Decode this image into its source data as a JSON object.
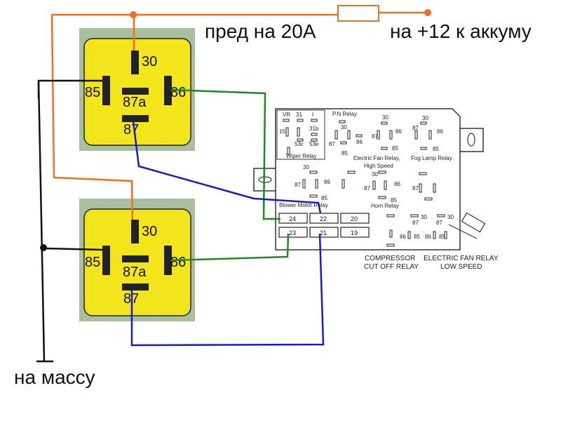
{
  "labels": {
    "fuse": "пред на 20А",
    "battery": "на +12 к аккуму",
    "ground": "на массу"
  },
  "relays": [
    {
      "pins": {
        "p30": "30",
        "p85": "85",
        "p86": "86",
        "p87a": "87a",
        "p87": "87"
      }
    },
    {
      "pins": {
        "p30": "30",
        "p85": "85",
        "p86": "86",
        "p87a": "87a",
        "p87": "87"
      }
    }
  ],
  "fusebox": {
    "vr": "VR",
    "p31": "31",
    "p1": "I",
    "p15": "15",
    "p31b": "31b",
    "p53c": "53c",
    "p53e": "53e",
    "wiper_relay": "Wiper Relay",
    "pn_relay": "P.N Relay",
    "efr_high_1": "Electric Fan Relay,",
    "efr_high_2": "High Speed",
    "fog_lamp_relay": "Fog Lamp Relay",
    "blower_motor_relay": "Blower Motor Relay",
    "horn_relay": "Horn Relay",
    "compressor_1": "COMPRESSOR",
    "compressor_2": "CUT OFF RELAY",
    "efr_low_1": "ELECTRIC FAN RELAY",
    "efr_low_2": "LOW SPEED",
    "n30": "30",
    "n86": "86",
    "n87": "87",
    "n85": "85",
    "fuses": [
      "24",
      "22",
      "20",
      "23",
      "21",
      "19"
    ]
  },
  "colors": {
    "power_wire": "#f07020",
    "ground_wire": "#000000",
    "control_wire": "#1f8a1f",
    "output_wire": "#1a1acc",
    "relay_body": "#f2e51c",
    "relay_bg": "#a8c0a0"
  }
}
